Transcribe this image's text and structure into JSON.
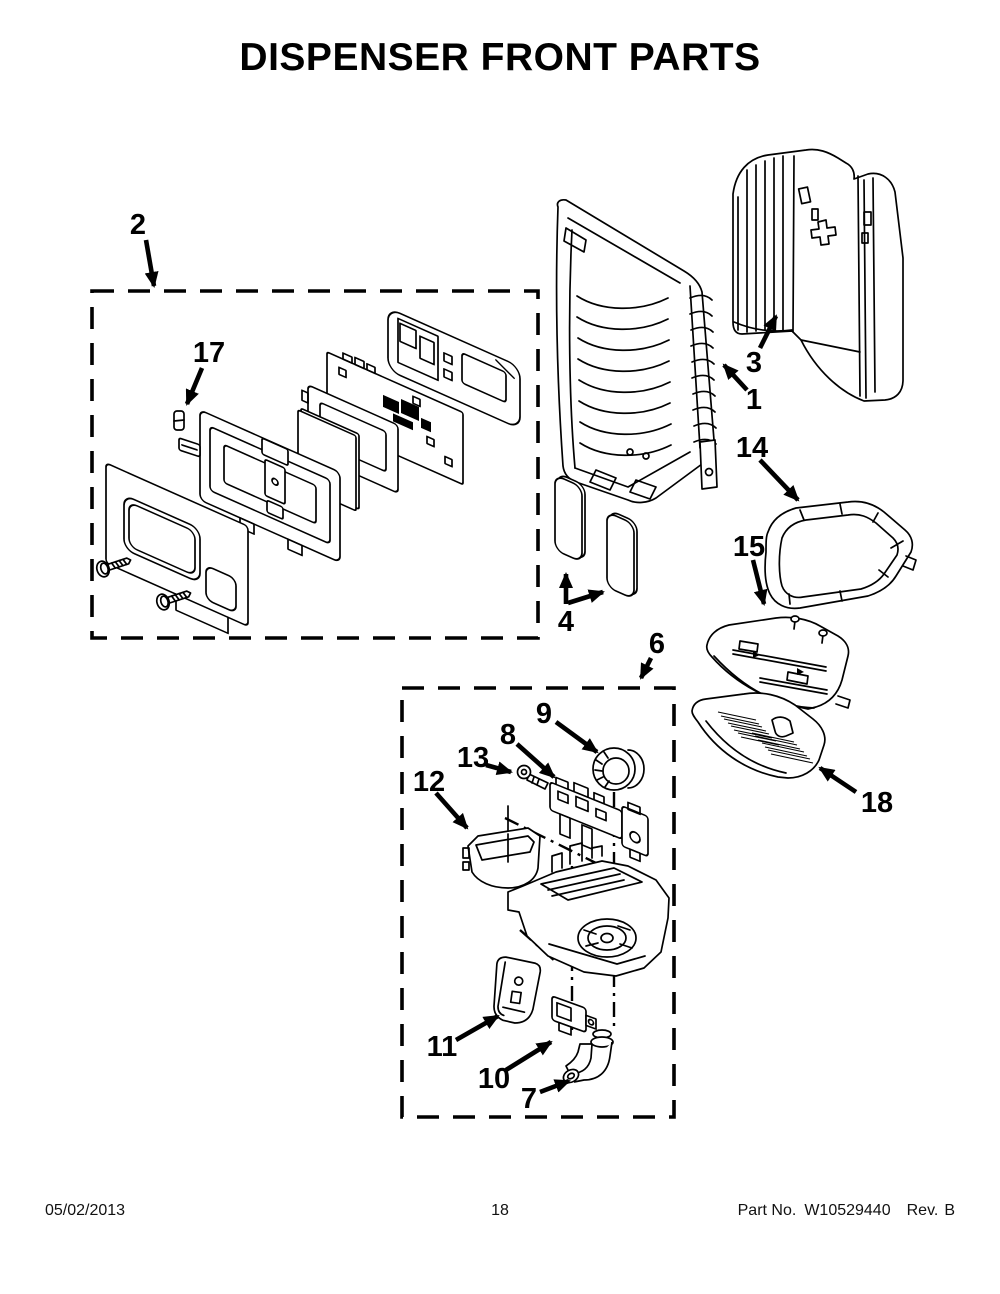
{
  "page": {
    "title": "DISPENSER FRONT PARTS",
    "footer": {
      "date": "05/02/2013",
      "page_number": "18",
      "part_label": "Part No.",
      "part_number": "W10529440",
      "rev_label": "Rev.",
      "rev_value": "B"
    }
  },
  "colors": {
    "ink": "#000000",
    "paper": "#ffffff"
  },
  "callouts": {
    "n1": "1",
    "n2": "2",
    "n3": "3",
    "n4": "4",
    "n6": "6",
    "n7": "7",
    "n8": "8",
    "n9": "9",
    "n10": "10",
    "n11": "11",
    "n12": "12",
    "n13": "13",
    "n14": "14",
    "n15": "15",
    "n17": "17",
    "n18": "18"
  }
}
